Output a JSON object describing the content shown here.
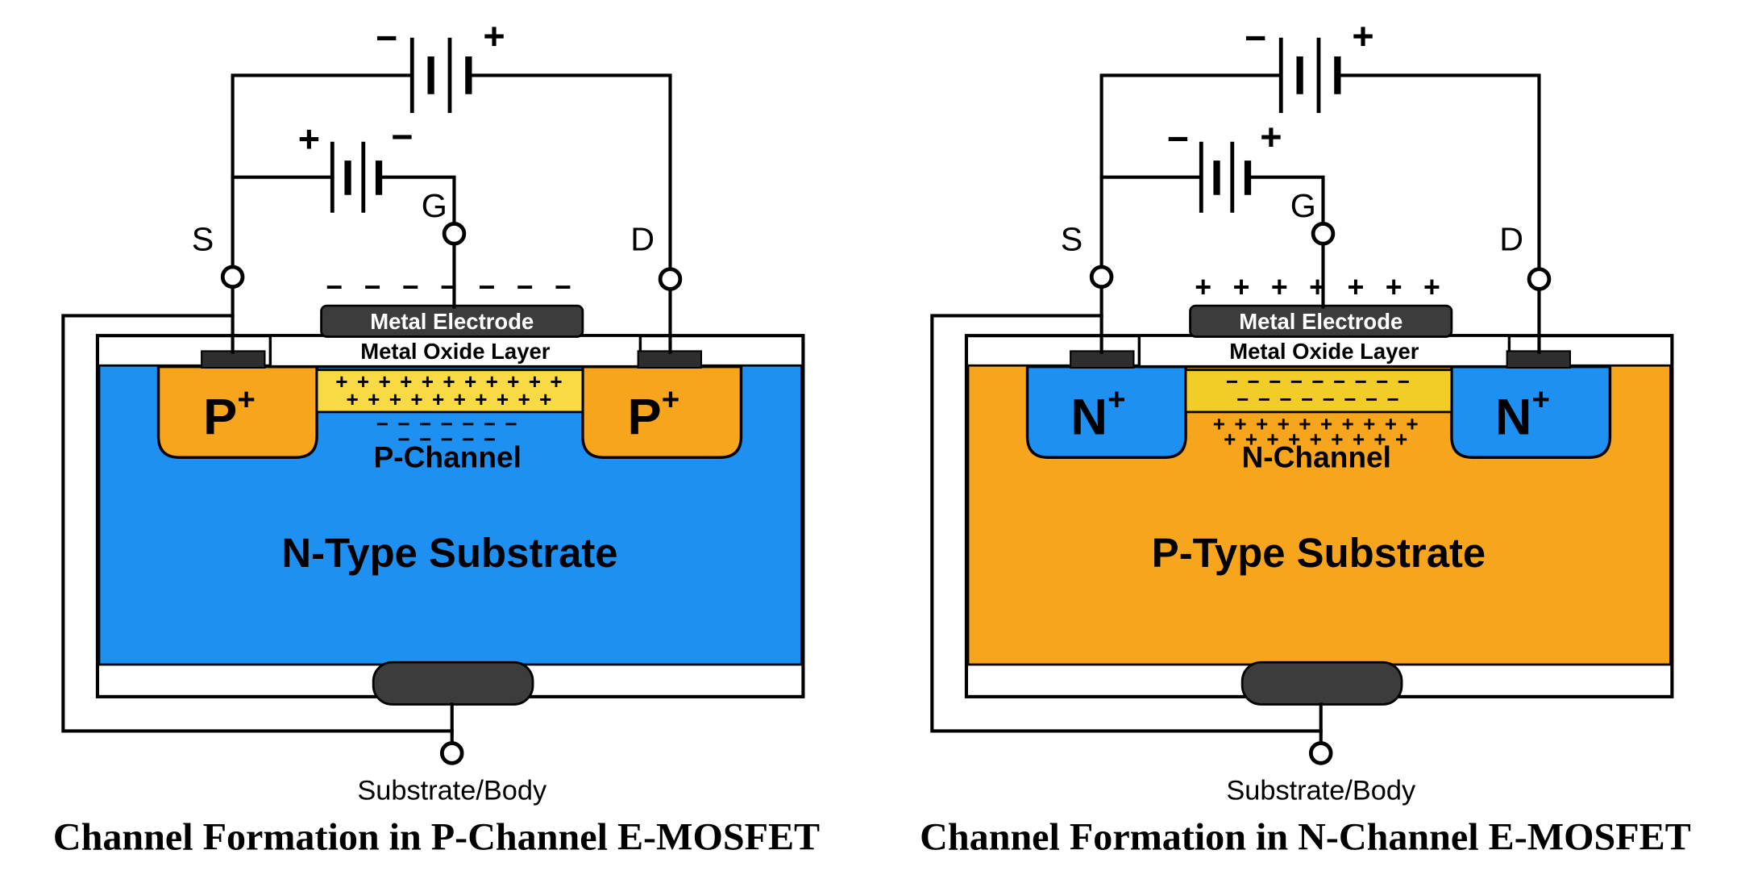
{
  "panels": [
    {
      "caption": "Channel Formation in P-Channel E-MOSFET",
      "terminals": {
        "source": "S",
        "gate": "G",
        "drain": "D"
      },
      "body_label": "Substrate/Body",
      "electrode_label": "Metal Electrode",
      "oxide_label": "Metal Oxide Layer",
      "substrate_label": "N-Type Substrate",
      "region": {
        "base": "P",
        "sup": "+"
      },
      "channel_label": "P-Channel",
      "drain_battery": {
        "left": "−",
        "right": "+"
      },
      "gate_battery": {
        "left": "+",
        "right": "−"
      },
      "gate_charges": "−  −  −  −  −  −  −",
      "channel_rows": [
        "+ + + + + + + + + + +",
        "+ + + + + + + + + +"
      ],
      "induced_rows": [
        "−   −   −   −   −   −   −",
        "−   −   −   −   −"
      ],
      "colors": {
        "substrate": "#1E90F2",
        "region": "#F7A51C",
        "channel": "#F8DA45",
        "substrate_text": "#0E1A2E"
      }
    },
    {
      "caption": "Channel Formation in N-Channel E-MOSFET",
      "terminals": {
        "source": "S",
        "gate": "G",
        "drain": "D"
      },
      "body_label": "Substrate/Body",
      "electrode_label": "Metal Electrode",
      "oxide_label": "Metal Oxide Layer",
      "substrate_label": "P-Type Substrate",
      "region": {
        "base": "N",
        "sup": "+"
      },
      "channel_label": "N-Channel",
      "drain_battery": {
        "left": "−",
        "right": "+"
      },
      "gate_battery": {
        "left": "−",
        "right": "+"
      },
      "gate_charges": "+  +  +  +  +  +  +",
      "channel_rows": [
        "−  −  −  −  −  −  −  −  −",
        "−  −  −  −  −  −  −  −"
      ],
      "induced_rows": [
        "+ + + + + + + + + +",
        "+ + + + + + + + +"
      ],
      "colors": {
        "substrate": "#F7A51C",
        "region": "#1E90F2",
        "channel": "#F2CD28",
        "substrate_text": "#141414"
      }
    }
  ]
}
